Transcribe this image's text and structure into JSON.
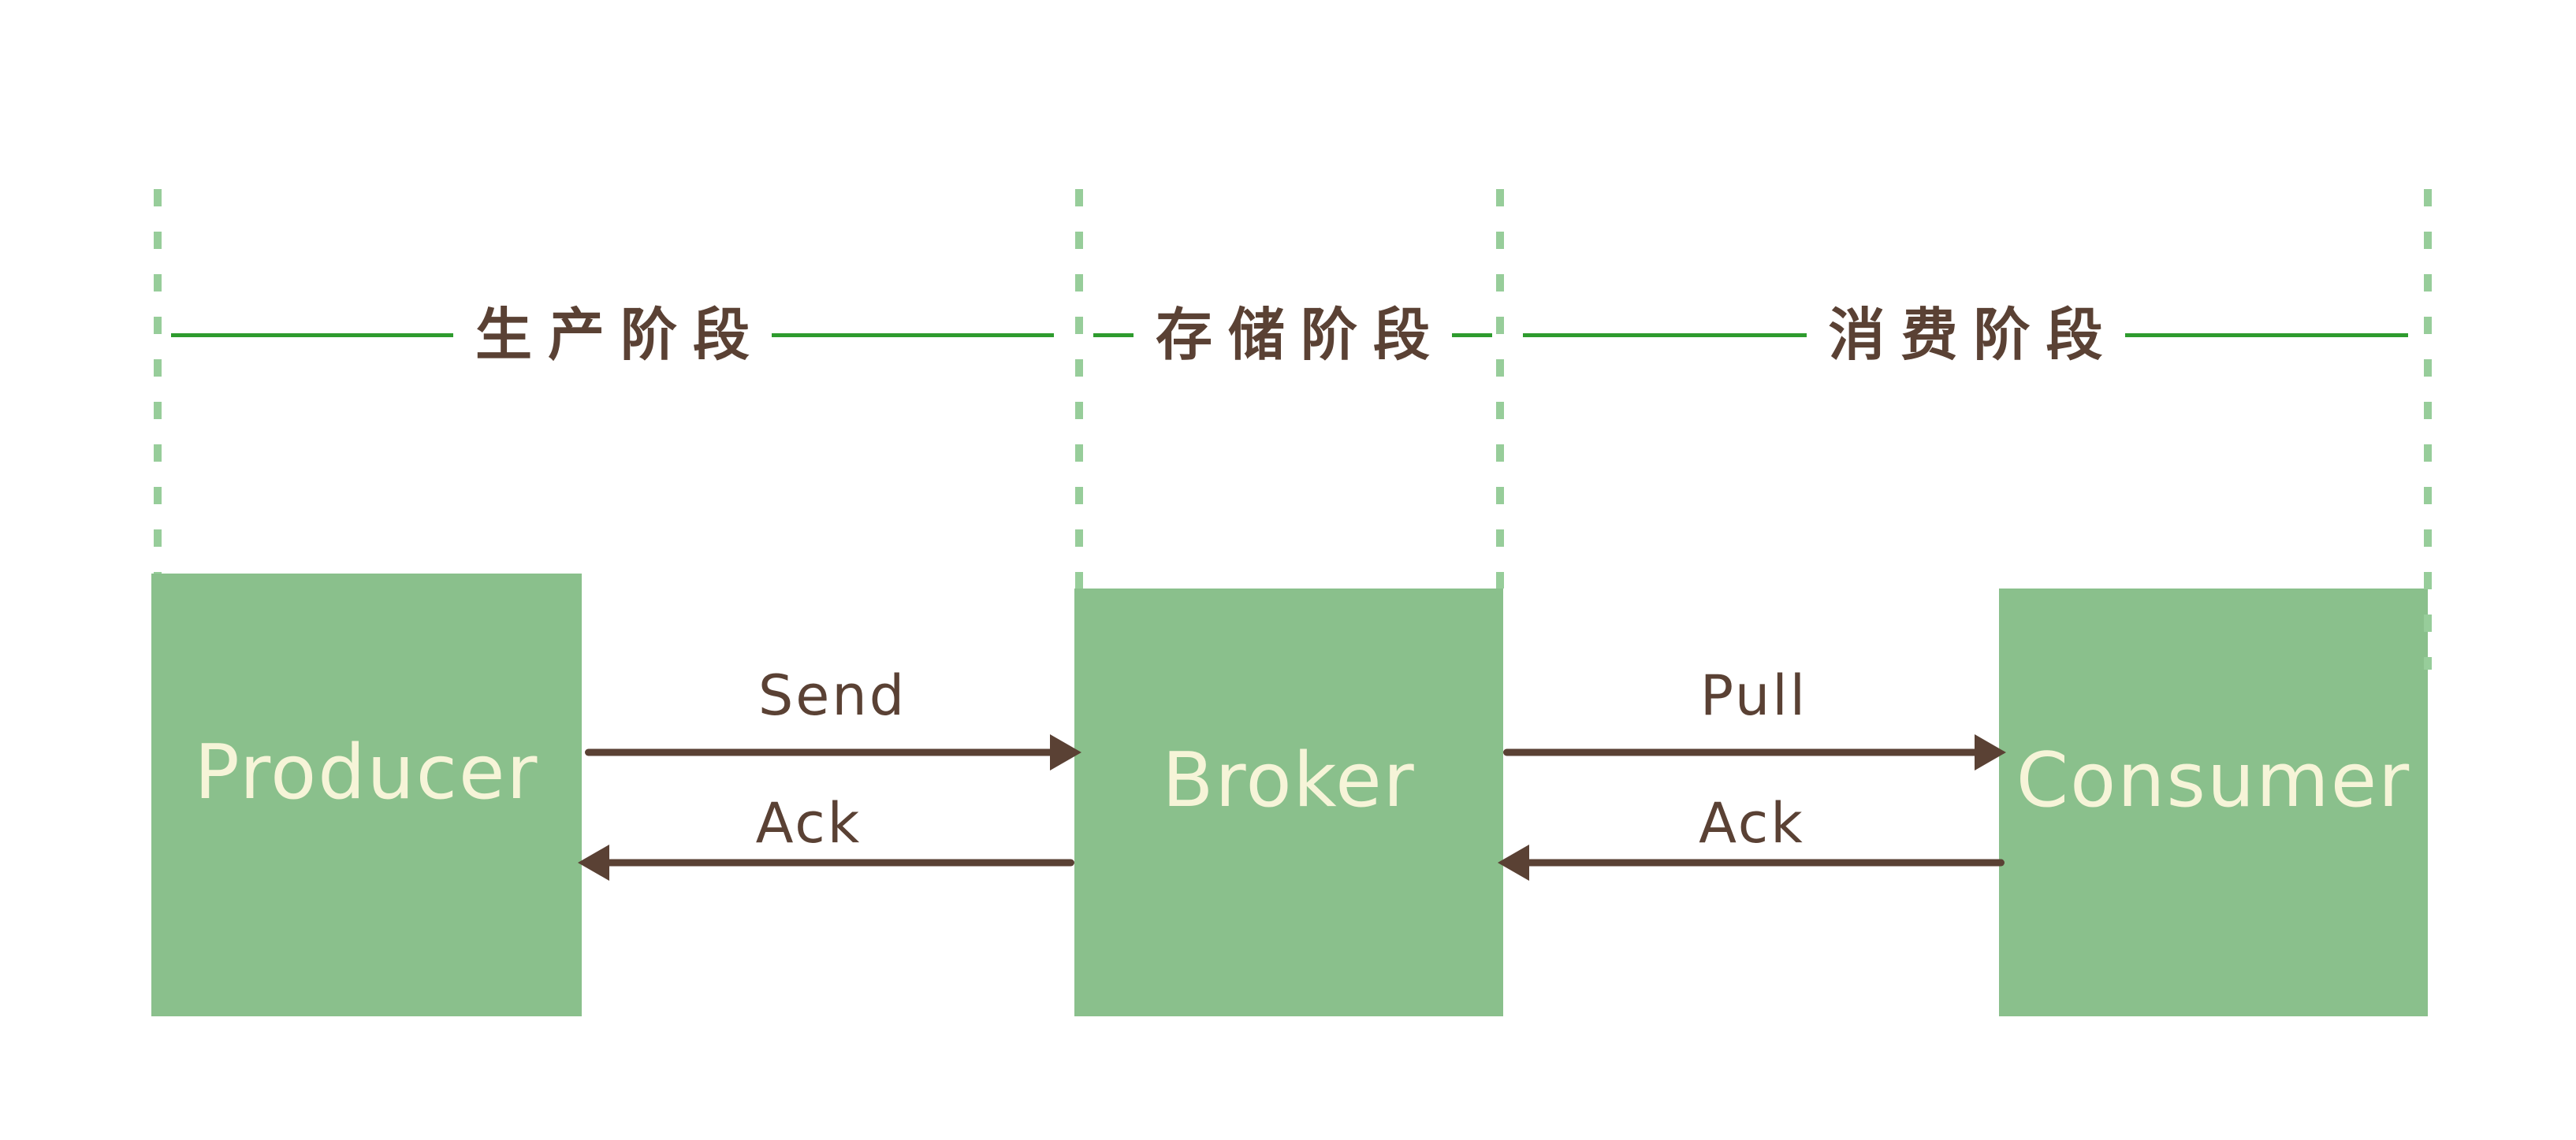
{
  "colors": {
    "bg": "#ffffff",
    "box-green": "#8ac08c",
    "dash-green": "#97cd9a",
    "line-green": "#2e9b2e",
    "brown": "#5a4134",
    "cream": "#f6f4d8"
  },
  "phases": [
    {
      "label": "生产阶段"
    },
    {
      "label": "存储阶段"
    },
    {
      "label": "消费阶段"
    }
  ],
  "nodes": [
    {
      "label": "Producer"
    },
    {
      "label": "Broker"
    },
    {
      "label": "Consumer"
    }
  ],
  "arrows": [
    {
      "label": "Send",
      "direction": "right",
      "from": "Producer",
      "to": "Broker"
    },
    {
      "label": "Ack",
      "direction": "left",
      "from": "Broker",
      "to": "Producer"
    },
    {
      "label": "Pull",
      "direction": "right",
      "from": "Broker",
      "to": "Consumer"
    },
    {
      "label": "Ack",
      "direction": "left",
      "from": "Consumer",
      "to": "Broker"
    }
  ]
}
